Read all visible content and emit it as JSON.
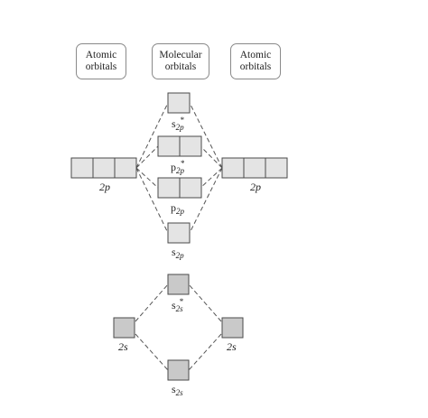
{
  "headers": {
    "left": "Atomic\norbitals",
    "middle": "Molecular\norbitals",
    "right": "Atomic\norbitals"
  },
  "labels": {
    "sigma_2p_star": {
      "main": "s",
      "sub": "2p",
      "sup": "*"
    },
    "pi_2p_star": {
      "main": "p",
      "sub": "2p",
      "sup": "*"
    },
    "pi_2p": {
      "main": "p",
      "sub": "2p"
    },
    "sigma_2p": {
      "main": "s",
      "sub": "2p"
    },
    "sigma_2s_star": {
      "main": "s",
      "sub": "2s",
      "sup": "*"
    },
    "sigma_2s": {
      "main": "s",
      "sub": "2s"
    },
    "left_2p": "2p",
    "right_2p": "2p",
    "left_2s": "2s",
    "right_2s": "2s"
  },
  "colors": {
    "p_box_fill": "#e4e4e4",
    "s_box_fill": "#c9c9c9",
    "box_stroke": "#4a4a4a",
    "dash_stroke": "#555555"
  }
}
